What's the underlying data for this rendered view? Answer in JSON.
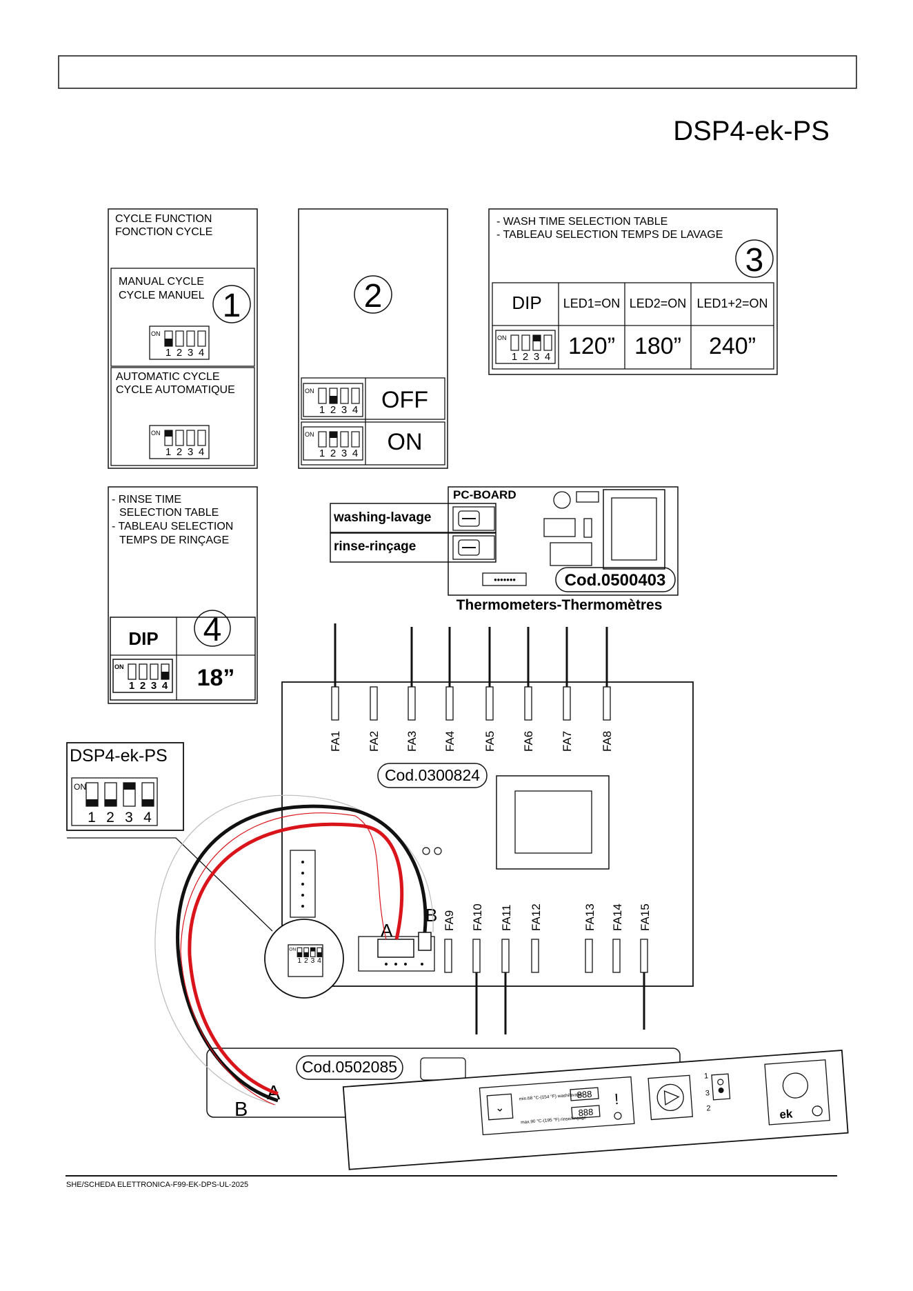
{
  "header": {
    "model_title": "DSP4-ek-PS"
  },
  "panel_cycle": {
    "title1": "CYCLE FUNCTION",
    "title2": "FONCTION CYCLE",
    "manual1": "MANUAL CYCLE",
    "manual2": "CYCLE MANUEL",
    "manual_num": "1",
    "auto1": "AUTOMATIC CYCLE",
    "auto2": "CYCLE AUTOMATIQUE"
  },
  "panel_switch": {
    "num": "2",
    "off_label": "OFF",
    "on_label": "ON"
  },
  "panel_wash": {
    "title1": "- WASH TIME SELECTION TABLE",
    "title2": "- TABLEAU SELECTION  TEMPS DE LAVAGE",
    "num": "3",
    "col_dip": "DIP",
    "col1": "LED1=ON",
    "col2": "LED2=ON",
    "col3": "LED1+2=ON",
    "val1": "120”",
    "val2": "180”",
    "val3": "240”"
  },
  "panel_rinse": {
    "l1": "- RINSE TIME",
    "l2": "SELECTION TABLE",
    "l3": "- TABLEAU SELECTION",
    "l4": "TEMPS DE RINÇAGE",
    "dip": "DIP",
    "num": "4",
    "value": "18”"
  },
  "pc_board": {
    "title": "PC-BOARD",
    "washing": "washing-lavage",
    "rinse": "rinse-rinçage",
    "code": "Cod.0500403",
    "thermometers": "Thermometers-Thermomètres"
  },
  "main_board": {
    "code": "Cod.0300824",
    "top_connectors": [
      "FA1",
      "FA2",
      "FA3",
      "FA4",
      "FA5",
      "FA6",
      "FA7",
      "FA8"
    ],
    "bottom_connectors": [
      "FA9",
      "FA10",
      "FA11",
      "FA12",
      "FA13",
      "FA14",
      "FA15"
    ],
    "label_a": "A",
    "label_b": "B"
  },
  "dsp_box": {
    "title": "DSP4-ek-PS"
  },
  "dip": {
    "on": "ON",
    "n1": "1",
    "n2": "2",
    "n3": "3",
    "n4": "4"
  },
  "control_panel": {
    "code": "Cod.0502085",
    "label_a": "A",
    "label_b": "B",
    "wash_temp": "min.68 °C-(154 °F) washilavage",
    "rinse_temp": "max.90 °C-(195 °F) rinse/rinçage",
    "pos1": "1",
    "pos3": "3",
    "pos2": "2",
    "brand": "ek"
  },
  "footer": {
    "doc_id": "SHE/SCHEDA ELETTRONICA-F99-EK-DPS-UL-2025"
  }
}
